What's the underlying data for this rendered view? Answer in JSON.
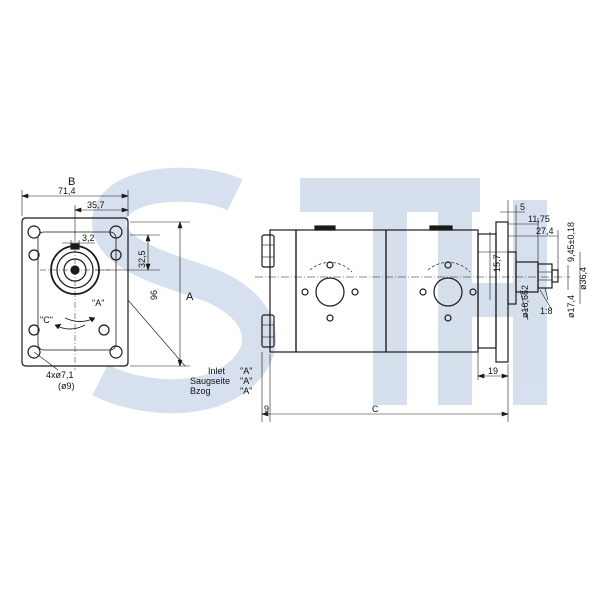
{
  "drawing": {
    "labels": {
      "b": "B",
      "a": "A",
      "c": "C",
      "w71_4": "71,4",
      "w35_7": "35,7",
      "w3_2": "3,2",
      "h32_5": "32,5",
      "h96": "96",
      "rot_a": "\"A\"",
      "rot_c": "\"C\"",
      "holes": "4xø7,1",
      "holes_alt": "(ø9)",
      "inlet": "Inlet",
      "inlet_v": "\"A\"",
      "sauge": "Saugseite",
      "sauge_v": "\"A\"",
      "bzog": "Bzog",
      "bzog_v": "\"A\"",
      "d9": "9",
      "d19": "19",
      "d15_7": "15,7",
      "d5": "5",
      "d11_75": "11,75",
      "d27_4": "27,4",
      "d9_45": "9,45±0,18",
      "d36_4": "ø36,4",
      "d17_4": "ø17,4",
      "d16_662": "ø16,662",
      "d1_8": "1:8"
    },
    "colors": {
      "line": "#1a1a1a",
      "watermark": "#c9d6e8"
    }
  }
}
